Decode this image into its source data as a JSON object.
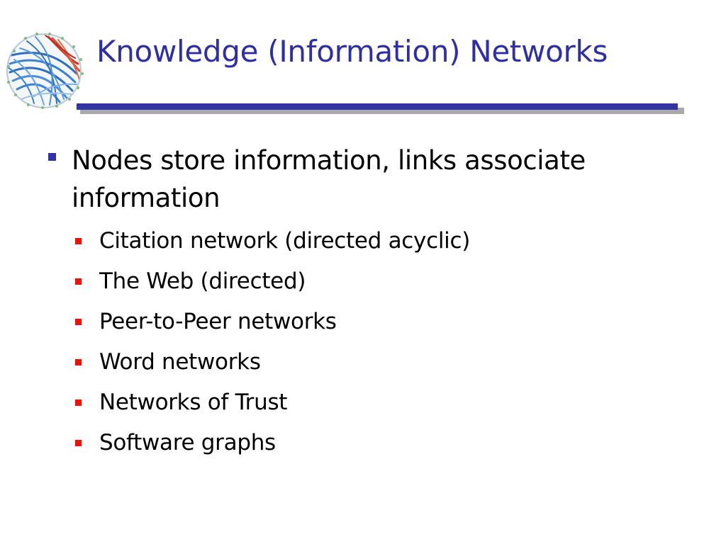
{
  "slide": {
    "title": "Knowledge (Information) Networks",
    "main_bullet": "Nodes store information, links associate information",
    "sub_bullets": [
      "Citation network (directed acyclic)",
      "The Web (directed)",
      "Peer-to-Peer networks",
      "Word networks",
      "Networks of Trust",
      "Software graphs"
    ]
  },
  "colors": {
    "title": "#2e2ea6",
    "rule": "#3333a3",
    "rule_shadow": "#a9a9a9",
    "main_bullet_marker": "#3333a3",
    "sub_bullet_marker": "#e8140c"
  },
  "icons": {
    "logo": "network-globe-logo-icon"
  }
}
